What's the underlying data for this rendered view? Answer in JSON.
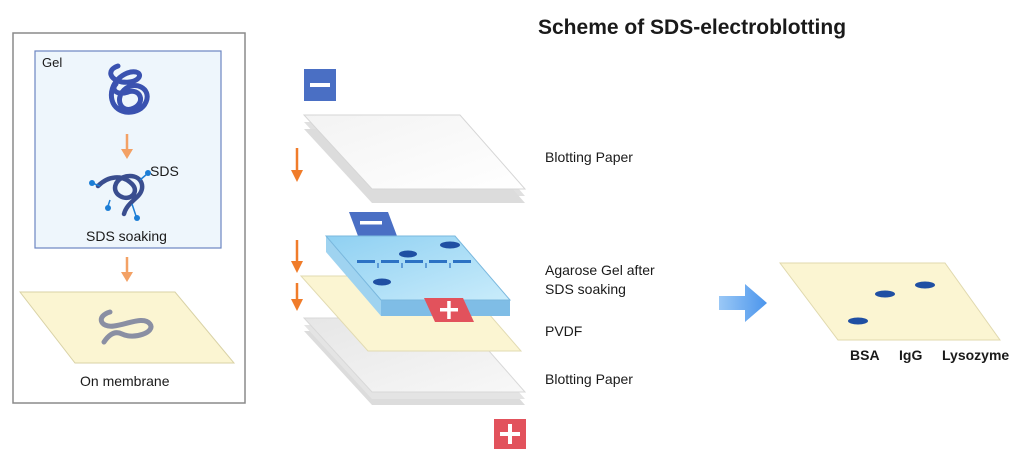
{
  "title": "Scheme of SDS-electroblotting",
  "left_panel": {
    "gel_label": "Gel",
    "sds_label": "SDS",
    "soaking_label": "SDS soaking",
    "membrane_label": "On membrane"
  },
  "stack": {
    "top_electrode": "−",
    "bottom_electrode": "+",
    "gel_anode_tab": "+",
    "gel_cathode_tab": "−",
    "layers": {
      "blotting_paper_top": "Blotting Paper",
      "agarose_gel_line1": "Agarose Gel after",
      "agarose_gel_line2": "SDS soaking",
      "pvdf": "PVDF",
      "blotting_paper_bottom": "Blotting Paper"
    }
  },
  "result": {
    "proteins": [
      "BSA",
      "IgG",
      "Lysozyme"
    ]
  },
  "colors": {
    "electrode_negative": "#4a6fc4",
    "electrode_positive": "#e2525c",
    "arrow_orange": "#f08a3c",
    "membrane": "#fbf5d2",
    "gel": "#a9d8f2",
    "band": "#1f4fa3",
    "protein_strand": "#3a52b0"
  }
}
